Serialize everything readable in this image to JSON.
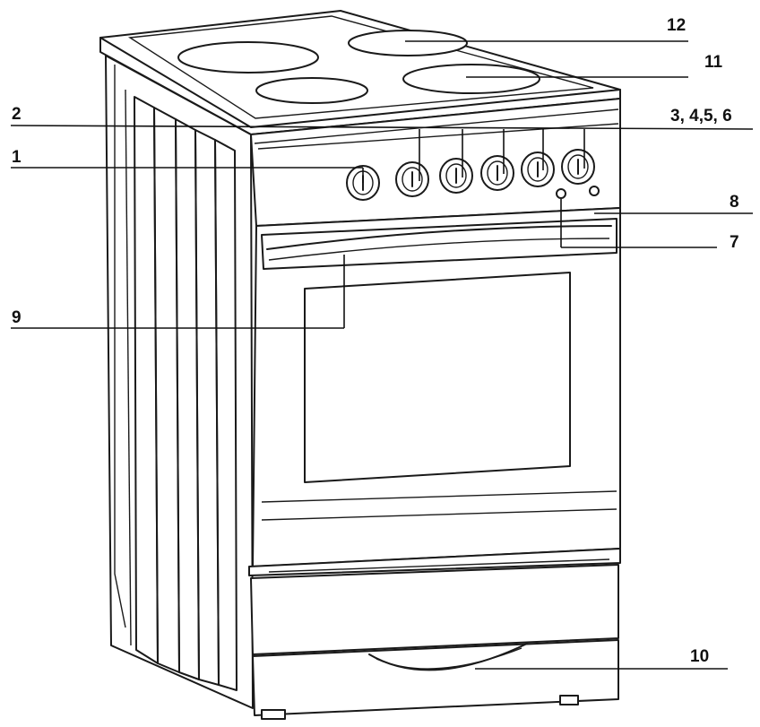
{
  "colors": {
    "line": "#1a1a1a",
    "background": "#ffffff"
  },
  "callouts": [
    {
      "id": "c12",
      "label": "12"
    },
    {
      "id": "c11",
      "label": "11"
    },
    {
      "id": "c2",
      "label": "2"
    },
    {
      "id": "c3456",
      "label": "3, 4,5, 6"
    },
    {
      "id": "c1",
      "label": "1"
    },
    {
      "id": "c8",
      "label": "8"
    },
    {
      "id": "c7",
      "label": "7"
    },
    {
      "id": "c9",
      "label": "9"
    },
    {
      "id": "c10",
      "label": "10"
    }
  ]
}
